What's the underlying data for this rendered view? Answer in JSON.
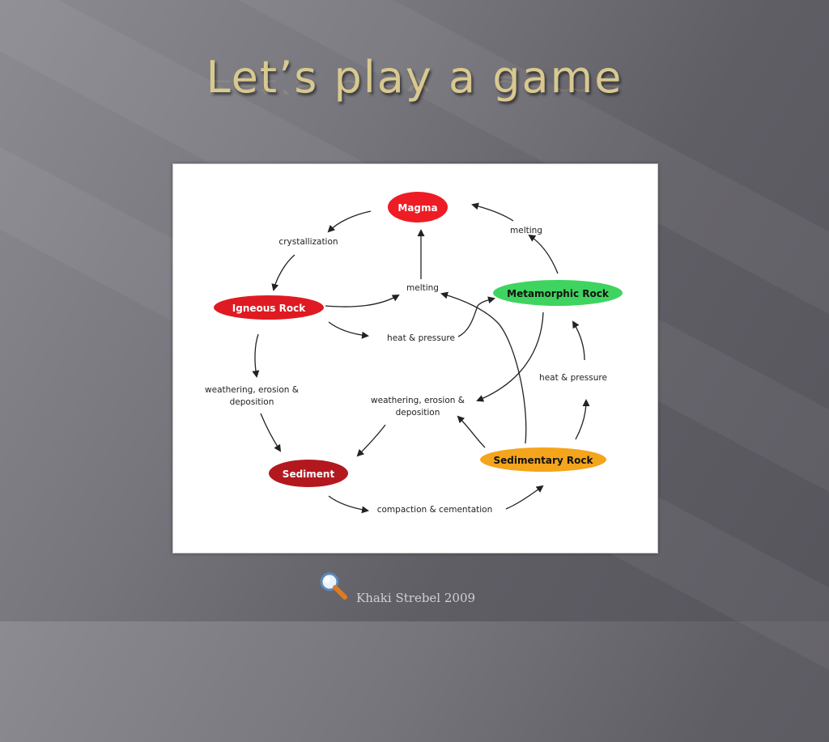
{
  "slide": {
    "title": "Let’s play a game",
    "footer_credit": "Khaki Strebel 2009",
    "footer_icon": "magnifier-icon"
  },
  "diagram": {
    "nodes": {
      "magma": {
        "label": "Magma",
        "color": "#ee1c24"
      },
      "igneous": {
        "label": "Igneous Rock",
        "color": "#e01a22"
      },
      "metamorphic": {
        "label": "Metamorphic Rock",
        "color": "#3fd45f"
      },
      "sediment": {
        "label": "Sediment",
        "color": "#b3181f"
      },
      "sedimentary": {
        "label": "Sedimentary Rock",
        "color": "#f4a51c"
      }
    },
    "processes": {
      "crystallization": "crystallization",
      "melting_top_right": "melting",
      "melting_center": "melting",
      "heat_pressure_center": "heat & pressure",
      "heat_pressure_right": "heat & pressure",
      "weathering_left_1": "weathering, erosion &",
      "weathering_left_2": "deposition",
      "weathering_center_1": "weathering, erosion &",
      "weathering_center_2": "deposition",
      "compaction": "compaction & cementation"
    }
  }
}
